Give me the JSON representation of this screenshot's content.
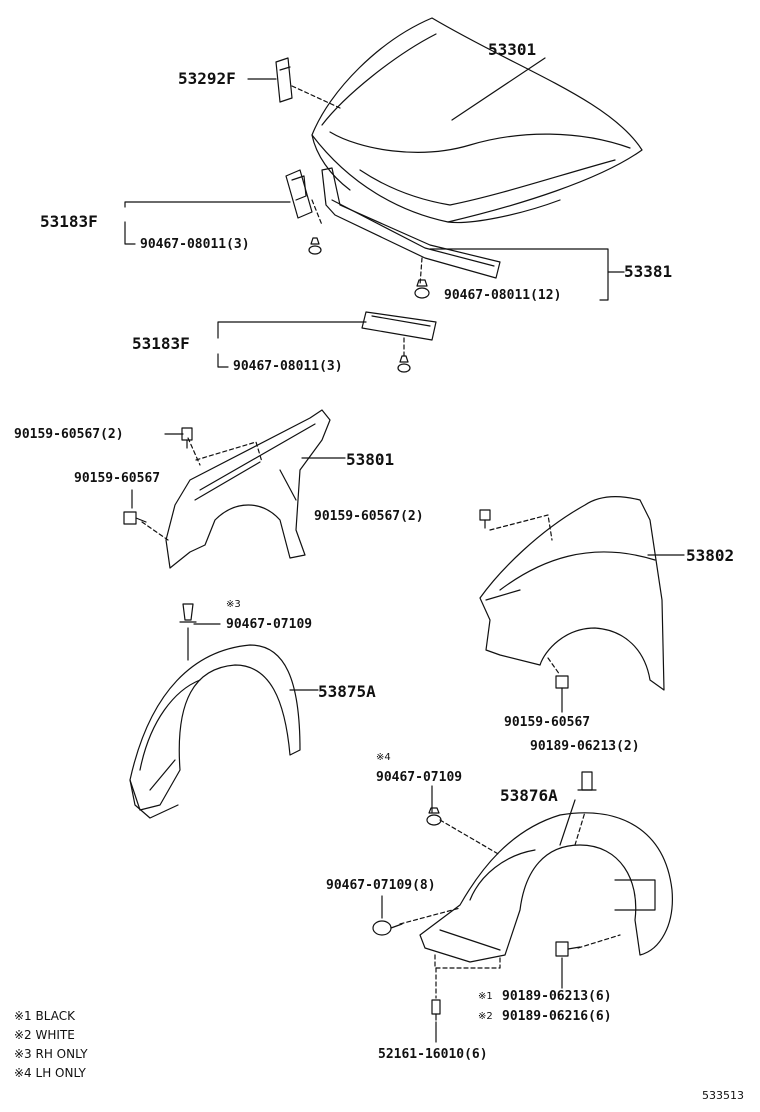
{
  "diagram": {
    "parts": {
      "hood": "53301",
      "hood_seal": "53292F",
      "hood_lock_support_upper": "53183F",
      "hood_lock_support_lower": "53183F",
      "hood_weatherstrip": "53381",
      "fender_rh": "53801",
      "fender_lh": "53802",
      "liner_rh": "53875A",
      "liner_lh": "53876A"
    },
    "fasteners": {
      "clip_upper": "90467-08011(3)",
      "clip_weatherstrip": "90467-08011(12)",
      "clip_lower": "90467-08011(3)",
      "bolt_rh_top": "90159-60567(2)",
      "bolt_rh_side": "90159-60567",
      "bolt_lh_top": "90159-60567(2)",
      "bolt_lh_bottom": "90159-60567",
      "clip_rh_liner": "90467-07109",
      "screw_lh_liner": "90189-06213(2)",
      "clip_lh_liner": "90467-07109",
      "clip_lh_liner_8": "90467-07109(8)",
      "screw_black": "90189-06213(6)",
      "screw_white": "90189-06216(6)",
      "clip_bottom": "52161-16010(6)"
    },
    "marks": {
      "m1": "※1",
      "m2": "※2",
      "m3": "※3",
      "m4": "※4"
    },
    "legend": [
      "※1 BLACK",
      "※2 WHITE",
      "※3 RH ONLY",
      "※4 LH ONLY"
    ],
    "figure_id": "533513"
  }
}
